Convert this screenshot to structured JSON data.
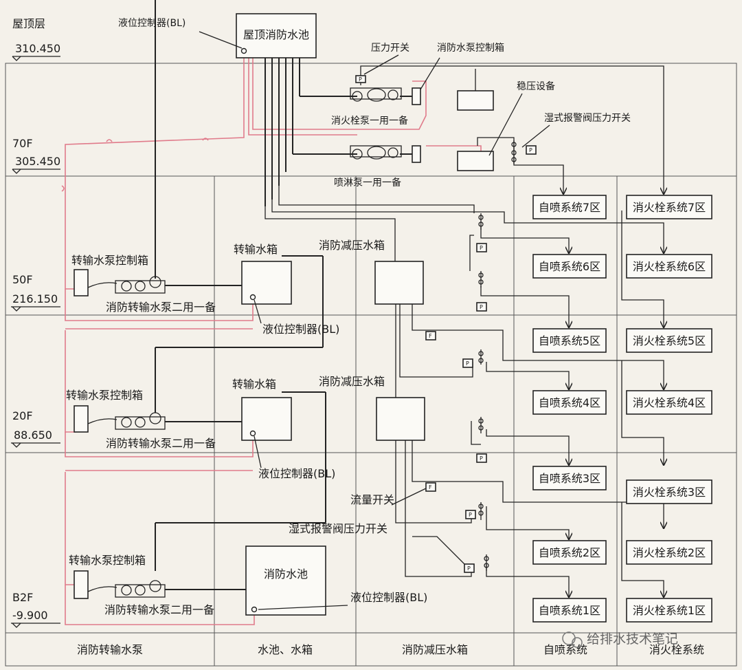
{
  "floors": [
    {
      "name": "屋顶层",
      "elevation": "310.450"
    },
    {
      "name": "70F",
      "elevation": "305.450"
    },
    {
      "name": "50F",
      "elevation": "216.150"
    },
    {
      "name": "20F",
      "elevation": "88.650"
    },
    {
      "name": "B2F",
      "elevation": "-9.900"
    }
  ],
  "columns": [
    "消防转输水泵",
    "水池、水箱",
    "消防减压水箱",
    "自喷系统",
    "消火栓系统"
  ],
  "roof": {
    "tank": "屋顶消防水池",
    "level_controller": "液位控制器(BL)",
    "pressure_switch": "压力开关",
    "pump_control_box": "消防水泵控制箱",
    "stabilizer": "稳压设备",
    "wet_alarm_switch": "湿式报警阀压力开关",
    "hydrant_pump": "消火栓泵一用一备",
    "sprinkler_pump": "喷淋泵一用一备"
  },
  "floor50": {
    "control_box": "转输水泵控制箱",
    "pump": "消防转输水泵二用一备",
    "tank": "转输水箱",
    "reducer_tank": "消防减压水箱",
    "level_controller": "液位控制器(BL)"
  },
  "floor20": {
    "control_box": "转输水泵控制箱",
    "pump": "消防转输水泵二用一备",
    "tank": "转输水箱",
    "reducer_tank": "消防减压水箱",
    "level_controller": "液位控制器(BL)",
    "flow_switch": "流量开关",
    "wet_alarm_switch": "湿式报警阀压力开关"
  },
  "floorB2": {
    "control_box": "转输水泵控制箱",
    "pump": "消防转输水泵二用一备",
    "pool": "消防水池",
    "level_controller": "液位控制器(BL)"
  },
  "sprinkler_zones": [
    "自喷系统7区",
    "自喷系统6区",
    "自喷系统5区",
    "自喷系统4区",
    "自喷系统3区",
    "自喷系统2区",
    "自喷系统1区"
  ],
  "hydrant_zones": [
    "消火栓系统7区",
    "消火栓系统6区",
    "消火栓系统5区",
    "消火栓系统4区",
    "消火栓系统3区",
    "消火栓系统2区",
    "消火栓系统1区"
  ],
  "symbols": {
    "p": "P",
    "f": "F"
  },
  "watermark": "给排水技术笔记",
  "colors": {
    "signal_line": "#e07a8a",
    "pipe": "#222222"
  }
}
